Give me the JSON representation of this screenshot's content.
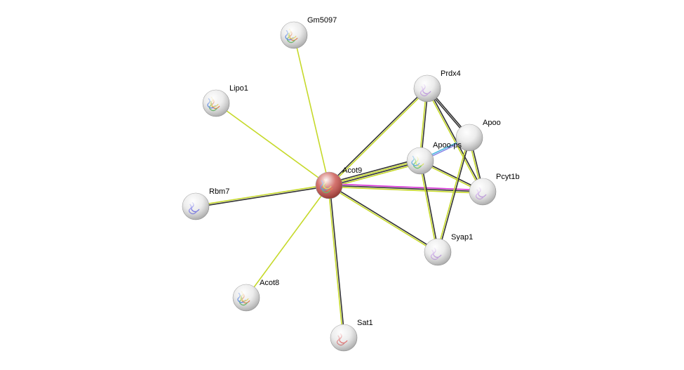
{
  "network": {
    "nodes": [
      {
        "id": "Acot9",
        "label": "Acot9",
        "query": true,
        "color": "#c9504a",
        "structure": "multicolor"
      },
      {
        "id": "Gm5097",
        "label": "Gm5097",
        "color": "#e8e8e8",
        "structure": "multicolor"
      },
      {
        "id": "Lipo1",
        "label": "Lipo1",
        "color": "#e8e8e8",
        "structure": "multicolor"
      },
      {
        "id": "Rbm7",
        "label": "Rbm7",
        "color": "#e8e8e8",
        "structure": "blue"
      },
      {
        "id": "Acot8",
        "label": "Acot8",
        "color": "#e8e8e8",
        "structure": "multicolor"
      },
      {
        "id": "Sat1",
        "label": "Sat1",
        "color": "#e8e8e8",
        "structure": "red"
      },
      {
        "id": "Syap1",
        "label": "Syap1",
        "color": "#e8e8e8",
        "structure": "purple"
      },
      {
        "id": "Pcyt1b",
        "label": "Pcyt1b",
        "color": "#e8e8e8",
        "structure": "purple"
      },
      {
        "id": "Apoo-ps",
        "label": "Apoo-ps",
        "color": "#e8e8e8",
        "structure": "rainbow"
      },
      {
        "id": "Apoo",
        "label": "Apoo",
        "color": "#e8e8e8",
        "structure": "none"
      },
      {
        "id": "Prdx4",
        "label": "Prdx4",
        "color": "#e8e8e8",
        "structure": "purple"
      }
    ],
    "edges": [
      {
        "source": "Acot9",
        "target": "Gm5097",
        "types": [
          "textmining"
        ]
      },
      {
        "source": "Acot9",
        "target": "Lipo1",
        "types": [
          "textmining"
        ]
      },
      {
        "source": "Acot9",
        "target": "Acot8",
        "types": [
          "textmining"
        ]
      },
      {
        "source": "Acot9",
        "target": "Rbm7",
        "types": [
          "coexpression",
          "textmining"
        ]
      },
      {
        "source": "Acot9",
        "target": "Sat1",
        "types": [
          "coexpression",
          "textmining"
        ]
      },
      {
        "source": "Acot9",
        "target": "Syap1",
        "types": [
          "coexpression",
          "textmining"
        ]
      },
      {
        "source": "Acot9",
        "target": "Prdx4",
        "types": [
          "coexpression",
          "textmining"
        ]
      },
      {
        "source": "Acot9",
        "target": "Apoo-ps",
        "types": [
          "coexpression",
          "textmining",
          "coexpression",
          "textmining"
        ]
      },
      {
        "source": "Acot9",
        "target": "Pcyt1b",
        "types": [
          "experiments",
          "coexpression",
          "textmining"
        ]
      },
      {
        "source": "Prdx4",
        "target": "Apoo-ps",
        "types": [
          "coexpression",
          "textmining"
        ]
      },
      {
        "source": "Prdx4",
        "target": "Apoo",
        "types": [
          "coexpression",
          "coexpression"
        ]
      },
      {
        "source": "Prdx4",
        "target": "Pcyt1b",
        "types": [
          "coexpression",
          "textmining"
        ]
      },
      {
        "source": "Apoo-ps",
        "target": "Apoo",
        "types": [
          "database",
          "homology"
        ]
      },
      {
        "source": "Apoo-ps",
        "target": "Pcyt1b",
        "types": [
          "coexpression",
          "textmining"
        ]
      },
      {
        "source": "Apoo-ps",
        "target": "Syap1",
        "types": [
          "coexpression",
          "textmining"
        ]
      },
      {
        "source": "Apoo",
        "target": "Pcyt1b",
        "types": [
          "coexpression",
          "textmining"
        ]
      },
      {
        "source": "Apoo",
        "target": "Syap1",
        "types": [
          "coexpression",
          "textmining"
        ]
      }
    ],
    "edge_colors": {
      "textmining": "#c6d92a",
      "coexpression": "#333333",
      "experiments": "#d633d6",
      "database": "#4ab7e0",
      "homology": "#8a8ae8"
    }
  }
}
